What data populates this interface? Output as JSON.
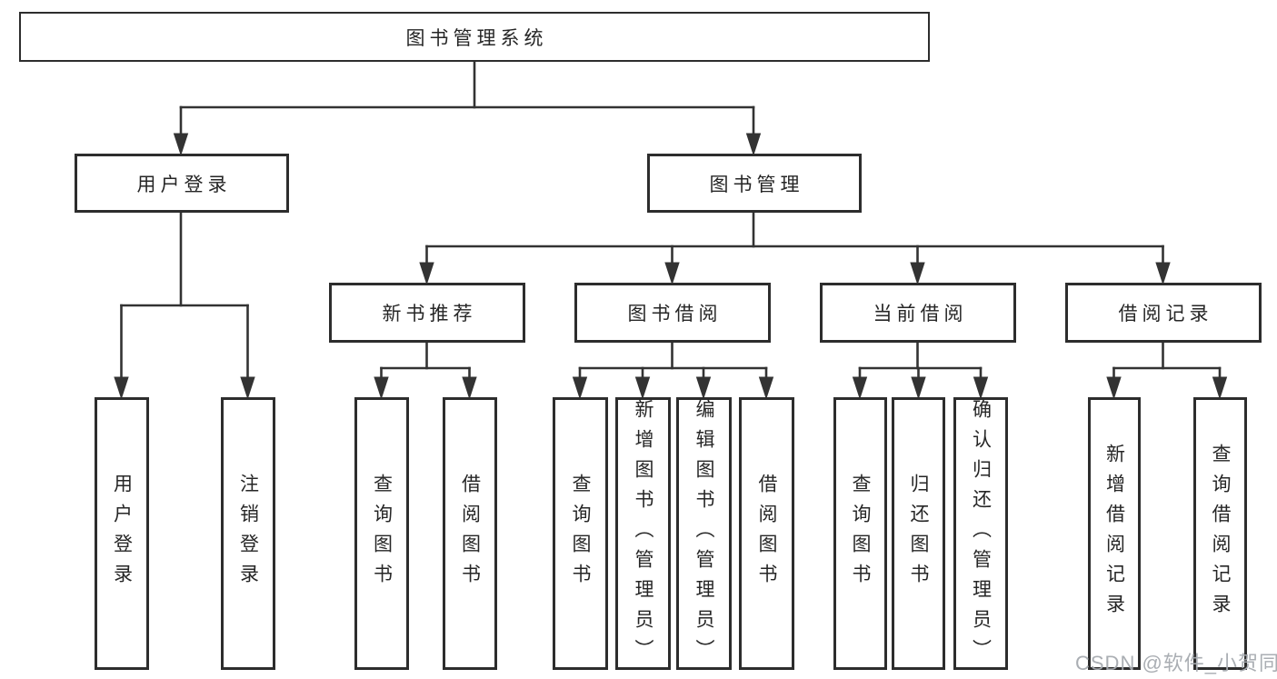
{
  "diagram": {
    "type": "hierarchy-tree",
    "title": "图书管理系统",
    "colors": {
      "line": "#333333",
      "node_border": "#2d2d2d",
      "text": "#262626",
      "background": "#ffffff",
      "watermark": "#a5aaaf"
    },
    "nodes": {
      "root": {
        "label": "图书管理系统"
      },
      "login": {
        "label": "用户登录"
      },
      "manage": {
        "label": "图书管理"
      },
      "recommend": {
        "label": "新书推荐"
      },
      "borrow": {
        "label": "图书借阅"
      },
      "current": {
        "label": "当前借阅"
      },
      "records": {
        "label": "借阅记录"
      },
      "login_user": {
        "label": "用户登录"
      },
      "login_logout": {
        "label": "注销登录"
      },
      "rec_query": {
        "label": "查询图书"
      },
      "rec_borrow": {
        "label": "借阅图书"
      },
      "bor_query": {
        "label": "查询图书"
      },
      "bor_add": {
        "label": "新增图书（管理员）"
      },
      "bor_edit": {
        "label": "编辑图书（管理员）"
      },
      "bor_borrow": {
        "label": "借阅图书"
      },
      "cur_query": {
        "label": "查询图书"
      },
      "cur_return": {
        "label": "归还图书"
      },
      "cur_confirm": {
        "label": "确认归还（管理员）"
      },
      "log_add": {
        "label": "新增借阅记录"
      },
      "log_query": {
        "label": "查询借阅记录"
      }
    },
    "hierarchy": {
      "图书管理系统": {
        "用户登录": [
          "用户登录",
          "注销登录"
        ],
        "图书管理": {
          "新书推荐": [
            "查询图书",
            "借阅图书"
          ],
          "图书借阅": [
            "查询图书",
            "新增图书（管理员）",
            "编辑图书（管理员）",
            "借阅图书"
          ],
          "当前借阅": [
            "查询图书",
            "归还图书",
            "确认归还（管理员）"
          ],
          "借阅记录": [
            "新增借阅记录",
            "查询借阅记录"
          ]
        }
      }
    }
  },
  "watermark": "CSDN @软件_小贺同学"
}
